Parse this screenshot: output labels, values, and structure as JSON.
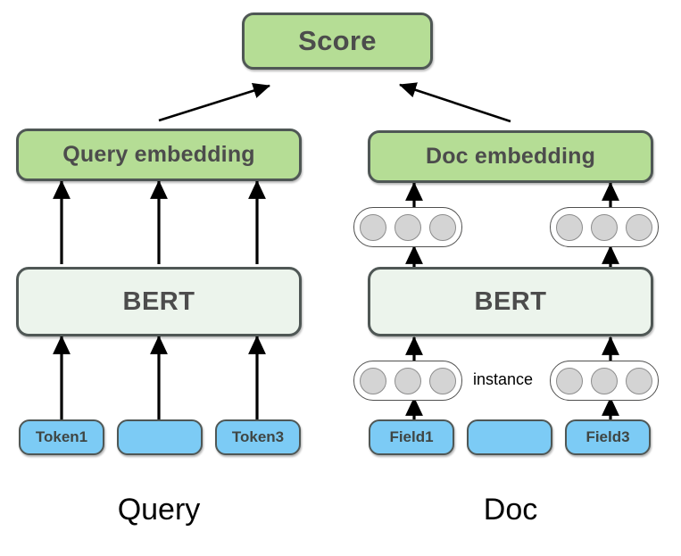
{
  "diagram": {
    "title_hidden": "",
    "colors": {
      "green_fill": "#b5dd95",
      "bert_fill": "#ecf4ec",
      "token_fill": "#7ccbf5",
      "dot_fill": "#d4d4d4",
      "stroke": "#4f5755",
      "text": "#4c4c4c",
      "caption_text": "#000000"
    },
    "score": {
      "label": "Score"
    },
    "query": {
      "caption": "Query",
      "embedding_label": "Query embedding",
      "bert_label": "BERT",
      "tokens": [
        {
          "label": "Token1"
        },
        {
          "label": ""
        },
        {
          "label": "Token3"
        }
      ]
    },
    "doc": {
      "caption": "Doc",
      "embedding_label": "Doc embedding",
      "bert_label": "BERT",
      "instance_label": "instance",
      "fields": [
        {
          "label": "Field1"
        },
        {
          "label": ""
        },
        {
          "label": "Field3"
        }
      ],
      "upper_vectors": [
        {
          "dots": 3
        },
        {
          "dots": 3
        }
      ],
      "lower_vectors": [
        {
          "dots": 3
        },
        {
          "dots": 3
        }
      ]
    }
  }
}
